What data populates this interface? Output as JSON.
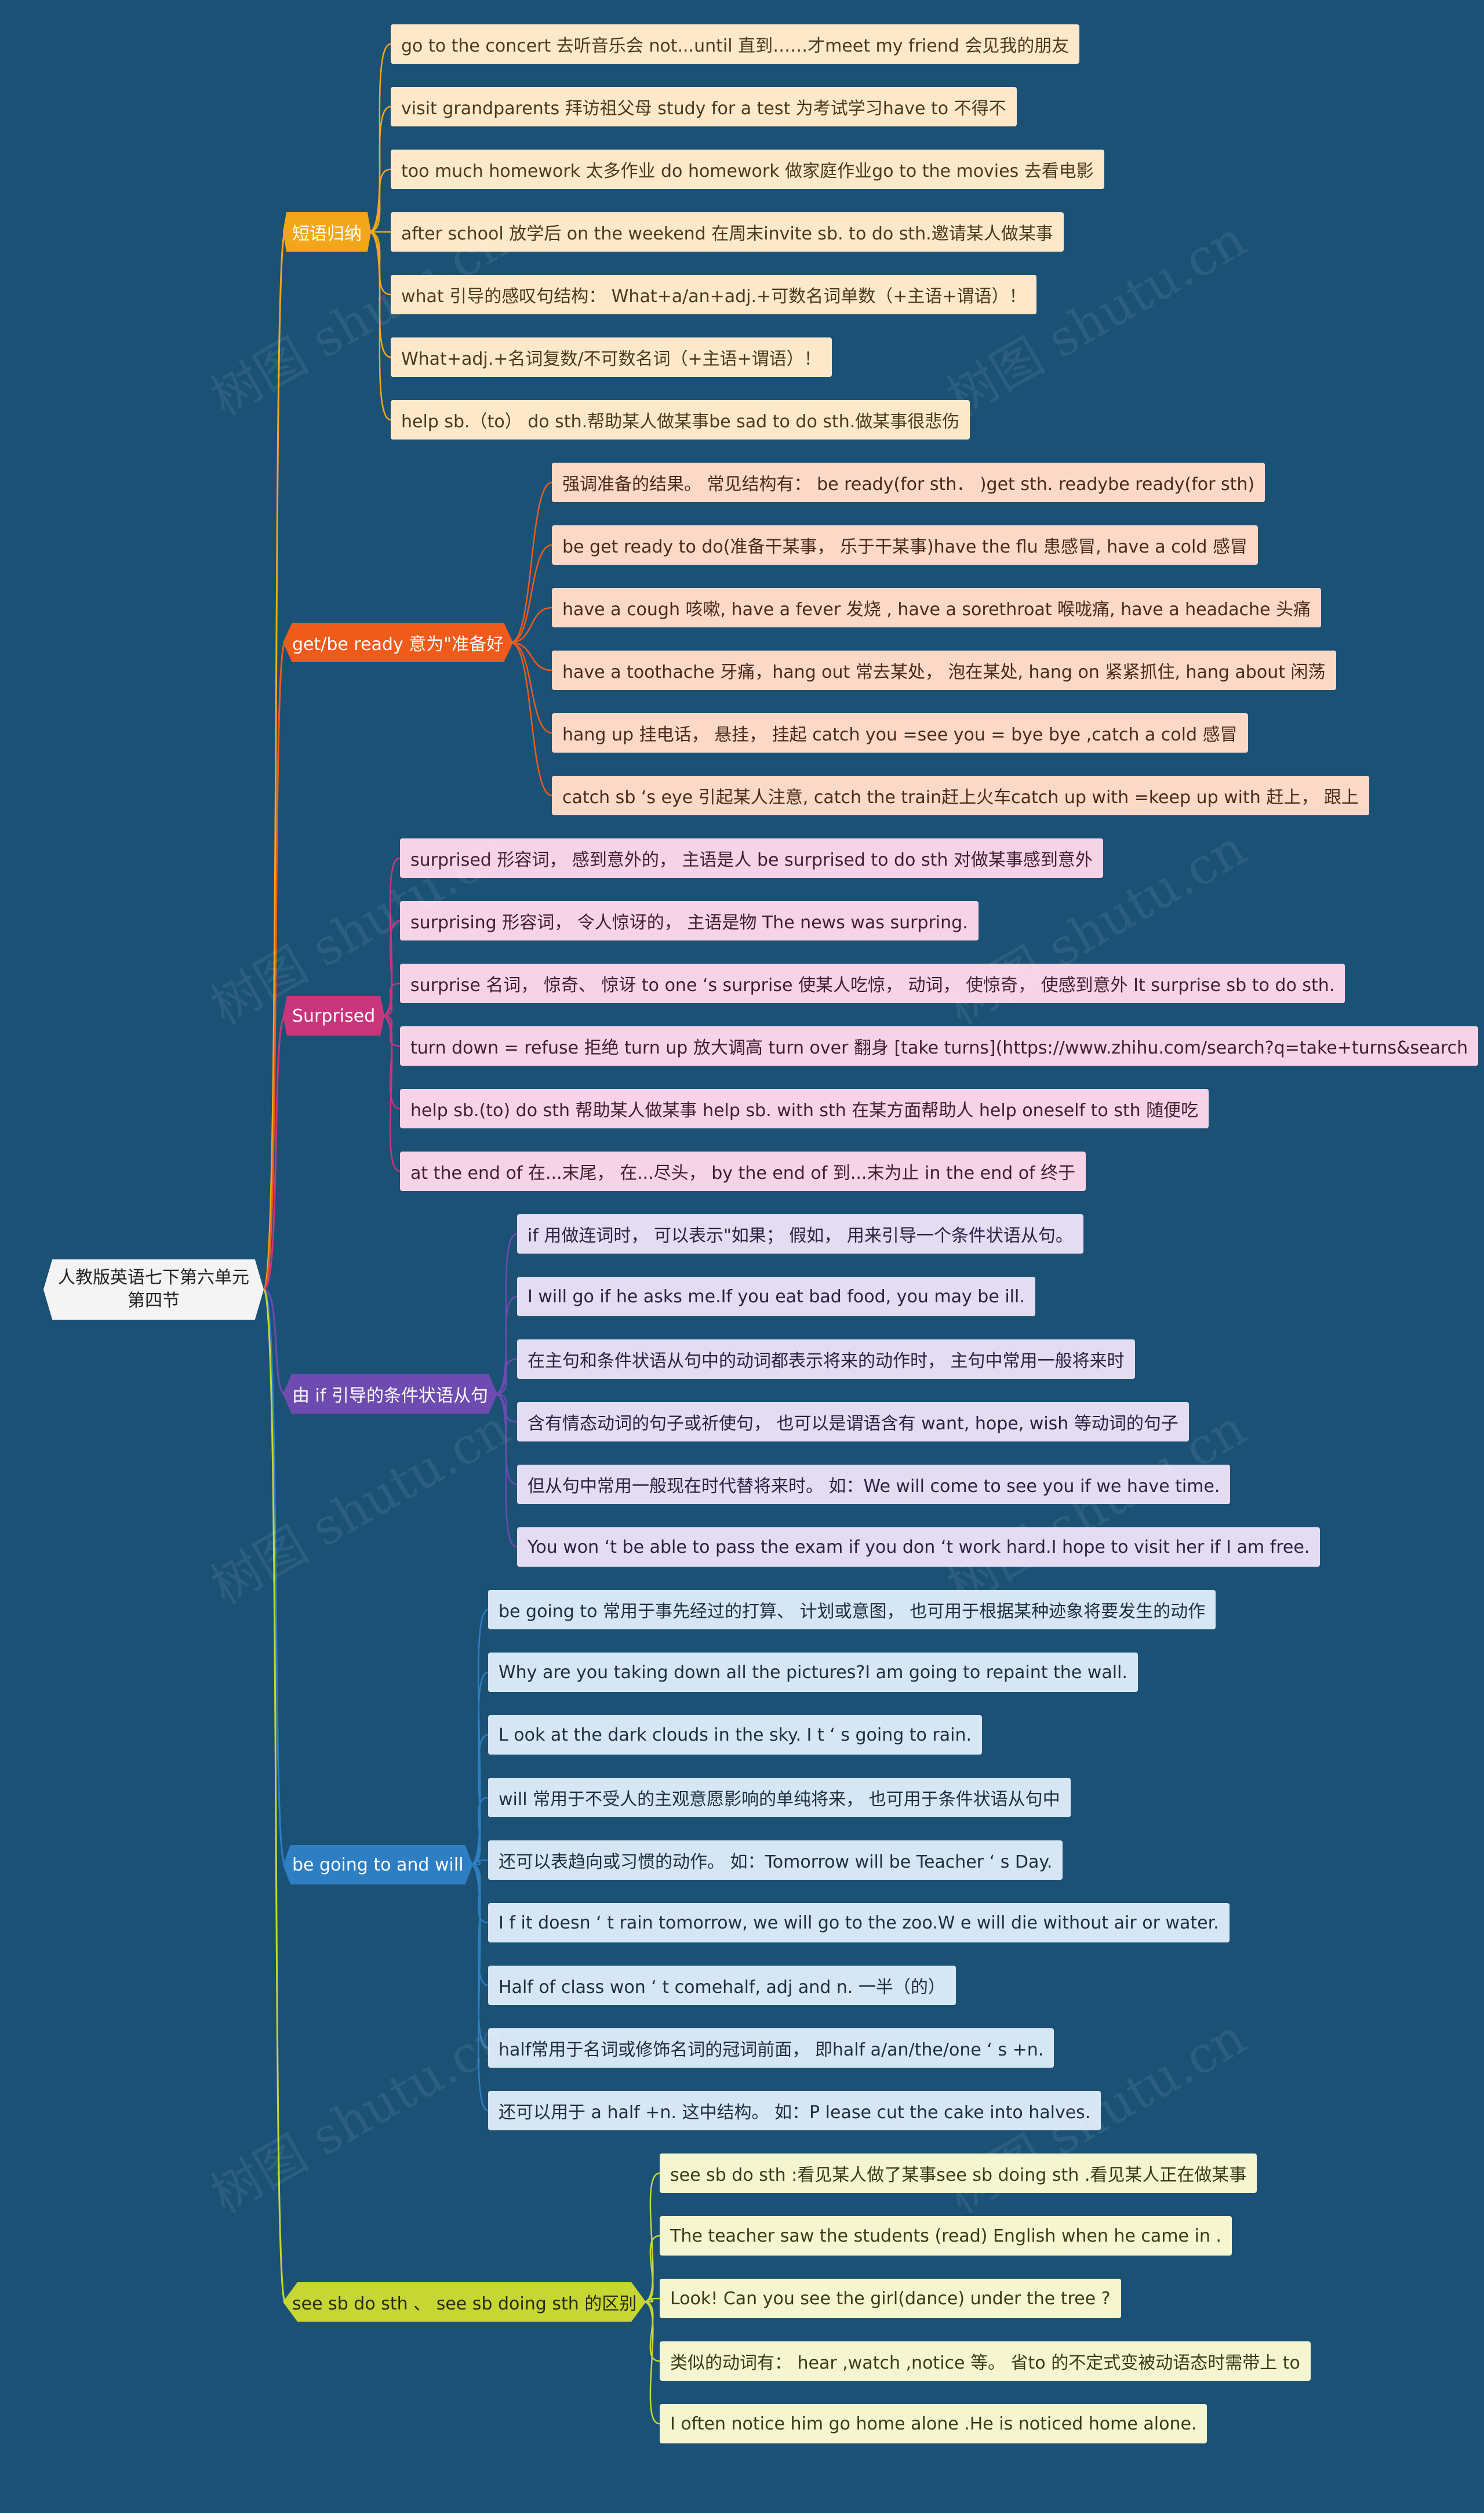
{
  "root": "人教版英语七下第六单元第四节",
  "branches": [
    {
      "label": "短语归纳",
      "color": "#f2a71b",
      "leafBg": "#fde9c9",
      "leafColor": "#4a3a1e",
      "items": [
        "go to the concert 去听音乐会 not...until 直到……才meet my friend 会见我的朋友",
        "visit grandparents 拜访祖父母 study for a test 为考试学习have to 不得不",
        "too much homework 太多作业 do homework 做家庭作业go to the movies 去看电影",
        "after school 放学后 on the weekend 在周末invite sb. to do sth.邀请某人做某事",
        " what 引导的感叹句结构：  What+a/an+adj.+可数名词单数（+主语+谓语）！",
        "    What+adj.+名词复数/不可数名词（+主语+谓语）！",
        "help sb.（to） do sth.帮助某人做某事be sad to do sth.做某事很悲伤"
      ]
    },
    {
      "label": "get/be ready 意为\"准备好",
      "color": "#f05a1a",
      "leafBg": "#fcd9c6",
      "leafColor": "#4a2a1e",
      "items": [
        " 强调准备的结果。 常见结构有：  be ready(for sth．  )get sth. readybe ready(for sth)",
        "be get ready to do(准备干某事，  乐于干某事)have the flu 患感冒, have a cold 感冒",
        " have a cough 咳嗽, have a fever 发烧 , have a sorethroat 喉咙痛, have a headache 头痛",
        " have a toothache 牙痛，hang out 常去某处，  泡在某处, hang on 紧紧抓住, hang about 闲荡",
        " hang up 挂电话，  悬挂，  挂起 catch you =see you = bye bye ,catch a cold 感冒",
        "  catch sb ‘s eye 引起某人注意, catch the train赶上火车catch up with =keep up with 赶上，  跟上"
      ]
    },
    {
      "label": "Surprised",
      "color": "#c8357a",
      "leafBg": "#f6d3e6",
      "leafColor": "#3f1f2e",
      "items": [
        "surprised 形容词，  感到意外的，  主语是人 be surprised to do sth 对做某事感到意外",
        "surprising 形容词，  令人惊讶的，  主语是物 The news was surpring.",
        " surprise 名词，  惊奇、 惊讶 to one ‘s surprise 使某人吃惊，  动词，  使惊奇，  使感到意外 It surprise sb to do sth.",
        "turn down = refuse 拒绝 turn up 放大调高 turn over 翻身 [take turns](https://www.zhihu.com/search?q=take+turns&search",
        " help sb.(to) do sth 帮助某人做某事 help sb. with sth 在某方面帮助人 help oneself to sth 随便吃",
        " at the end of 在...末尾，  在...尽头，  by the end of 到...末为止 in the end of 终于"
      ]
    },
    {
      "label": "由 if 引导的条件状语从句",
      "color": "#6e4bb0",
      "leafBg": "#e3dcf2",
      "leafColor": "#2a2240",
      "items": [
        " if 用做连词时，  可以表示\"如果；  假如，  用来引导一个条件状语从句。",
        " I will go if he asks me.If you eat bad food, you may be ill.",
        "  在主句和条件状语从句中的动词都表示将来的动作时，  主句中常用一般将来时",
        " 含有情态动词的句子或祈使句，  也可以是谓语含有 want, hope, wish 等动词的句子",
        " 但从句中常用一般现在时代替将来时。  如：We will come to see you if we have time.",
        " You won ‘t be able to pass the exam if you don ‘t work hard.I hope to visit her if I am free."
      ]
    },
    {
      "label": "be going to and will",
      "color": "#2e7ec4",
      "leafBg": "#d7e6f5",
      "leafColor": "#1e2e40",
      "items": [
        " be going to 常用于事先经过的打算、 计划或意图，  也可用于根据某种迹象将要发生的动作",
        "   Why are you taking down all the pictures?I am going to repaint the wall.",
        "  L ook at the dark clouds in the sky. I t  ‘ s going to rain.",
        " will 常用于不受人的主观意愿影响的单纯将来，  也可用于条件状语从句中",
        "  还可以表趋向或习惯的动作。  如：Tomorrow will be Teacher  ‘ s Day.",
        "   I f it doesn  ‘ t rain tomorrow, we will go to the zoo.W e will die without air or water.",
        "   Half of class won  ‘ t comehalf, adj and n. 一半（的）",
        " half常用于名词或修饰名词的冠词前面，  即half a/an/the/one  ‘ s +n.",
        "  还可以用于 a half +n. 这中结构。  如：P lease cut the cake into halves."
      ]
    },
    {
      "label": "see sb do sth 、 see sb doing sth 的区别",
      "color": "#c6d733",
      "textColor": "#2a2a10",
      "leafBg": "#f5f6cf",
      "leafColor": "#3a3a1a",
      "items": [
        " see sb do sth :看见某人做了某事see sb doing sth .看见某人正在做某事",
        " The teacher saw the students (read) English when he came in .",
        " Look!  Can you see the girl(dance) under the tree ?",
        " 类似的动词有：  hear ,watch ,notice 等。  省to 的不定式变被动语态时需带上 to",
        " I often notice him go home alone .He is noticed  home alone."
      ]
    }
  ],
  "watermark": "树图 shutu.cn"
}
